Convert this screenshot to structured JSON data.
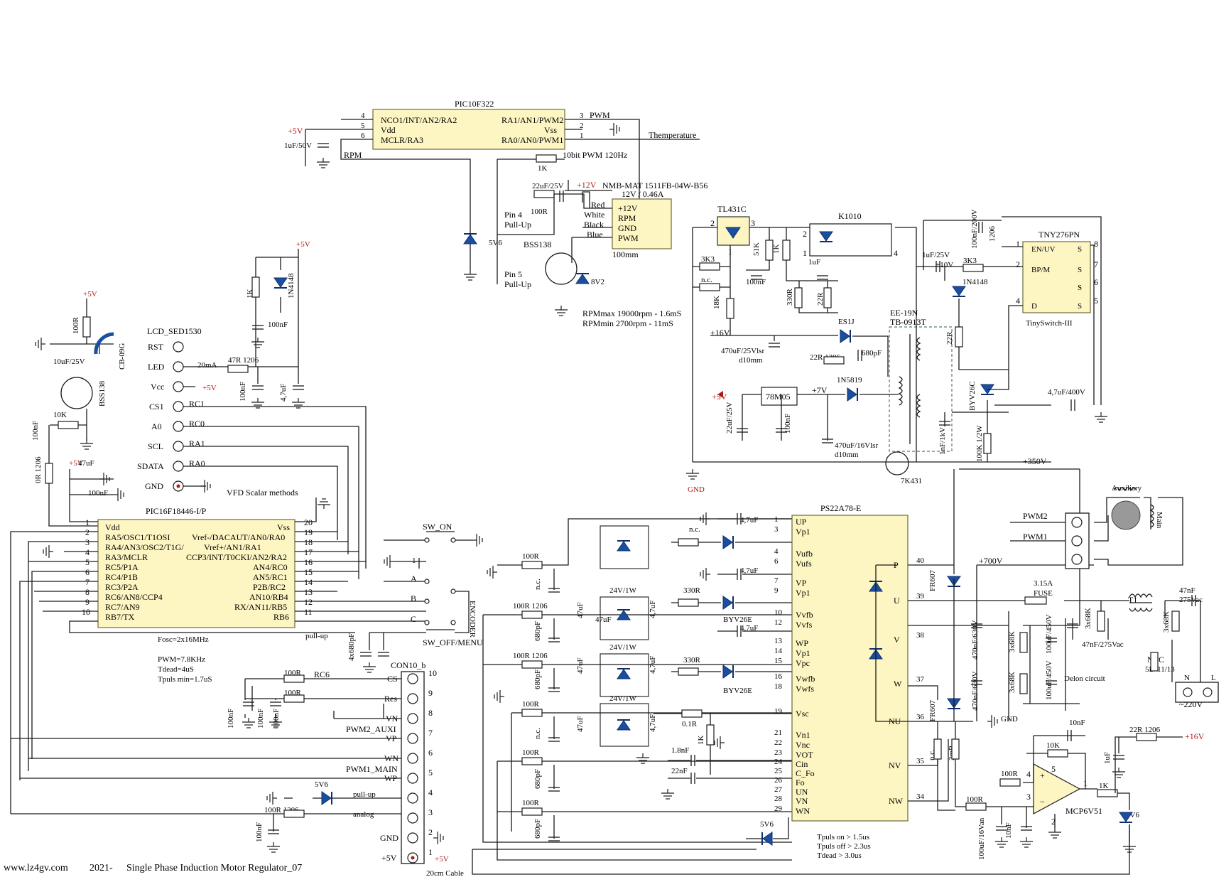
{
  "footer": {
    "site": "www.lz4gv.com",
    "year": "2021-",
    "title": "Single Phase Induction Motor Regulator_07"
  },
  "ics": {
    "pic10": {
      "name": "PIC10F322",
      "left_pins": [
        "NCO1/INT/AN2/RA2",
        "Vdd",
        "MCLR/RA3"
      ],
      "left_nums": [
        "4",
        "5",
        "6"
      ],
      "right_pins": [
        "RA1/AN1/PWM2",
        "Vss",
        "RA0/AN0/PWM1"
      ],
      "right_nums": [
        "3",
        "2",
        "1"
      ],
      "net_pwm": "PWM",
      "net_temp": "Themperature",
      "net_rpm": "RPM",
      "pwm_note": "10bit PWM 120Hz"
    },
    "pic16": {
      "name": "PIC16F18446-I/P",
      "left_pins": [
        "Vdd",
        "RA5/OSC1/T1OSI",
        "RA4/AN3/OSC2/T1G/",
        "RA3/MCLR",
        "RC5/P1A",
        "RC4/P1B",
        "RC3/P2A",
        "RC6/AN8/CCP4",
        "RC7/AN9",
        "RB7/TX"
      ],
      "left_nums": [
        "1",
        "2",
        "3",
        "4",
        "5",
        "6",
        "7",
        "8",
        "9",
        "10"
      ],
      "right_pins": [
        "Vss",
        "Vref-/DACAUT/AN0/RA0",
        "Vref+/AN1/RA1",
        "CCP3/INT/T0CKI/AN2/RA2",
        "AN4/RC0",
        "AN5/RC1",
        "P2B/RC2",
        "AN10/RB4",
        "RX/AN11/RB5",
        "RB6"
      ],
      "right_nums": [
        "20",
        "19",
        "18",
        "17",
        "16",
        "15",
        "14",
        "13",
        "12",
        "11"
      ]
    },
    "ps22": {
      "name": "PS22A78-E",
      "left_pins": [
        "UP",
        "Vp1",
        "Vufb",
        "Vufs",
        "VP",
        "Vp1",
        "Vvfb",
        "Vvfs",
        "WP",
        "Vp1",
        "Vpc",
        "Vwfb",
        "Vwfs",
        "Vsc",
        "Vn1",
        "Vnc",
        "VOT",
        "Cin",
        "C_Fo",
        "Fo",
        "UN",
        "VN",
        "WN"
      ],
      "left_nums": [
        "1",
        "3",
        "4",
        "6",
        "7",
        "9",
        "10",
        "12",
        "13",
        "14",
        "15",
        "16",
        "18",
        "19",
        "21",
        "22",
        "23",
        "24",
        "25",
        "26",
        "27",
        "28",
        "29"
      ],
      "right_pins": [
        "P",
        "U",
        "V",
        "W",
        "NU",
        "NV",
        "NW"
      ],
      "right_nums": [
        "40",
        "39",
        "38",
        "37",
        "36",
        "35",
        "34"
      ]
    },
    "tny": {
      "name": "TNY276PN",
      "sub": "TinySwitch-III",
      "left_pins": [
        "EN/UV",
        "BP/M",
        "D"
      ],
      "left_nums": [
        "1",
        "2",
        "4"
      ],
      "right_pins": [
        "S",
        "S",
        "S",
        "S"
      ],
      "right_nums": [
        "8",
        "7",
        "6",
        "5"
      ]
    },
    "reg": {
      "name": "78M05"
    },
    "lcd": {
      "name": "LCD_SED1530",
      "pins": [
        "RST",
        "LED",
        "Vcc",
        "CS1",
        "A0",
        "SCL",
        "SDATA",
        "GND"
      ],
      "nets": [
        "RC1",
        "RC0",
        "RA1",
        "RA0"
      ],
      "note": "VFD Scalar methods"
    },
    "con": {
      "name": "CON10_b",
      "nums": [
        "10",
        "9",
        "8",
        "7",
        "6",
        "5",
        "4",
        "3",
        "2",
        "1"
      ],
      "left": [
        "CS",
        "Res",
        "VN",
        "VP",
        "WN",
        "WP"
      ],
      "gnd": "GND",
      "p5": "+5V",
      "note": "20cm Cable",
      "pwm2": "PWM2_AUXI",
      "pwm1": "PWM1_MAIN",
      "pullup": "pull-up",
      "analog": "analog"
    },
    "fan": {
      "name": "NMB-MAT 1511FB-04W-B56",
      "rating": "12V / 0.46A",
      "pins": [
        "+12V",
        "RPM",
        "GND",
        "PWM"
      ],
      "wires": [
        "Red",
        "White",
        "Black",
        "Blue"
      ],
      "size": "100mm",
      "pin4": "Pin 4",
      "pin5": "Pin 5",
      "pullup": "Pull-Up",
      "rpmmax": "RPMmax 19000rpm - 1.6mS",
      "rpmmin": "RPMmin 2700rpm - 11mS",
      "mosfet": "BSS138"
    },
    "opamp": {
      "name": "MCP6V51"
    },
    "tl431": {
      "name": "TL431C"
    },
    "k1010": {
      "name": "K1010"
    },
    "xfmr": {
      "name": "EE-19N",
      "sub": "TB-0913T"
    }
  },
  "notes": {
    "fosc": "Fosc=2x16MHz",
    "pwm": "PWM=7.8KHz",
    "tdead": "Tdead=4uS",
    "tpuls": "Tpuls min=1.7uS",
    "ton": "Tpuls on > 1.5us",
    "toff": "Tpuls off > 2.3us",
    "tdead2": "Tdead > 3.0us",
    "delon": "Delon circuit",
    "aux": "Auxiliary",
    "main": "Main",
    "v220": "~220V",
    "ntc": "NTC",
    "ntc_v": "5D-11/13",
    "sw_on": "SW_ON",
    "sw_off": "SW_OFF/MENU",
    "encoder": "ENCODER",
    "cb": "CB-09G",
    "gnd": "GND",
    "p350": "+350V",
    "p700": "+700V",
    "p16": "+16V",
    "p7": "+7V",
    "p5": "+5V",
    "p10": "+10V",
    "p12": "+12V",
    "pwm2": "PWM2",
    "pwm1": "PWM1",
    "t1": "T1",
    "fuse": "3.15A",
    "fuse_l": "FUSE",
    "k431": "7K431",
    "ma20": "20mA"
  }
}
